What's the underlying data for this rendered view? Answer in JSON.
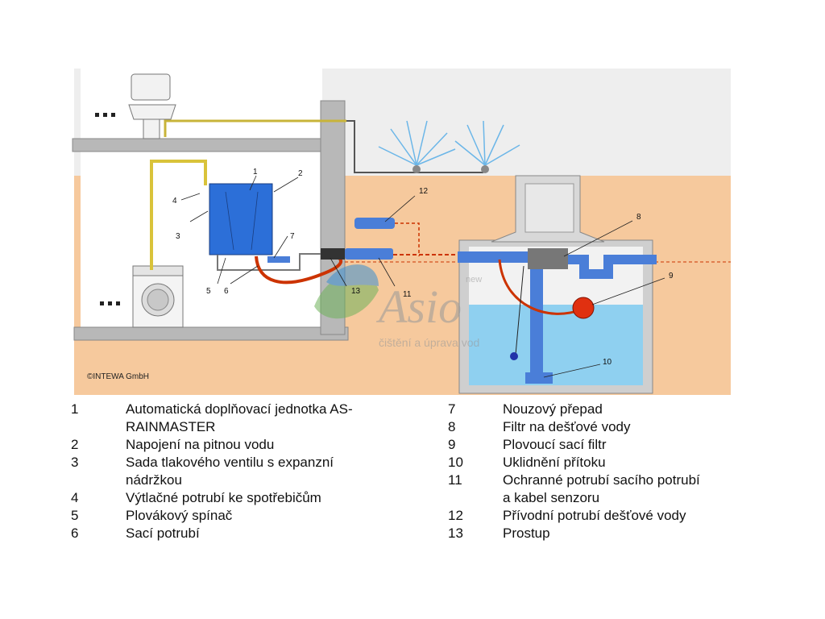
{
  "callouts": [
    "1",
    "2",
    "3",
    "4",
    "5",
    "6",
    "7",
    "8",
    "9",
    "10",
    "11",
    "12",
    "13"
  ],
  "copyright": "©INTEWA GmbH",
  "watermark": {
    "brand": "Asio",
    "small": "new",
    "tagline": "čištění a úprava vod"
  },
  "legend_left": [
    {
      "num": "1",
      "line1": "Automatická doplňovací jednotka AS-",
      "line2": "RAINMASTER"
    },
    {
      "num": "2",
      "line1": "Napojení na pitnou vodu"
    },
    {
      "num": "3",
      "line1": "Sada tlakového ventilu s expanzní",
      "line2": "nádržkou"
    },
    {
      "num": "4",
      "line1": "Výtlačné potrubí ke spotřebičům"
    },
    {
      "num": "5",
      "line1": "Plovákový spínač"
    },
    {
      "num": "6",
      "line1": "Sací potrubí"
    }
  ],
  "legend_right": [
    {
      "num": "7",
      "line1": "Nouzový přepad"
    },
    {
      "num": "8",
      "line1": "Filtr na dešťové vody"
    },
    {
      "num": "9",
      "line1": "Plovoucí sací filtr"
    },
    {
      "num": "10",
      "line1": "Uklidnění přítoku"
    },
    {
      "num": "11",
      "line1": "Ochranné potrubí sacího potrubí",
      "line2": "a kabel senzoru"
    },
    {
      "num": "12",
      "line1": "Přívodní potrubí dešťové vody"
    },
    {
      "num": "13",
      "line1": "Prostup"
    }
  ],
  "colors": {
    "soil": "#f5c89c",
    "wall": "#b9b9b9",
    "house_bg": "#efefef",
    "tank_water": "#8fd0f0",
    "unit_blue": "#2a6fd6",
    "pipe_blue": "#4a7ed8",
    "hose_red": "#cc3300",
    "float_red": "#e03010"
  }
}
